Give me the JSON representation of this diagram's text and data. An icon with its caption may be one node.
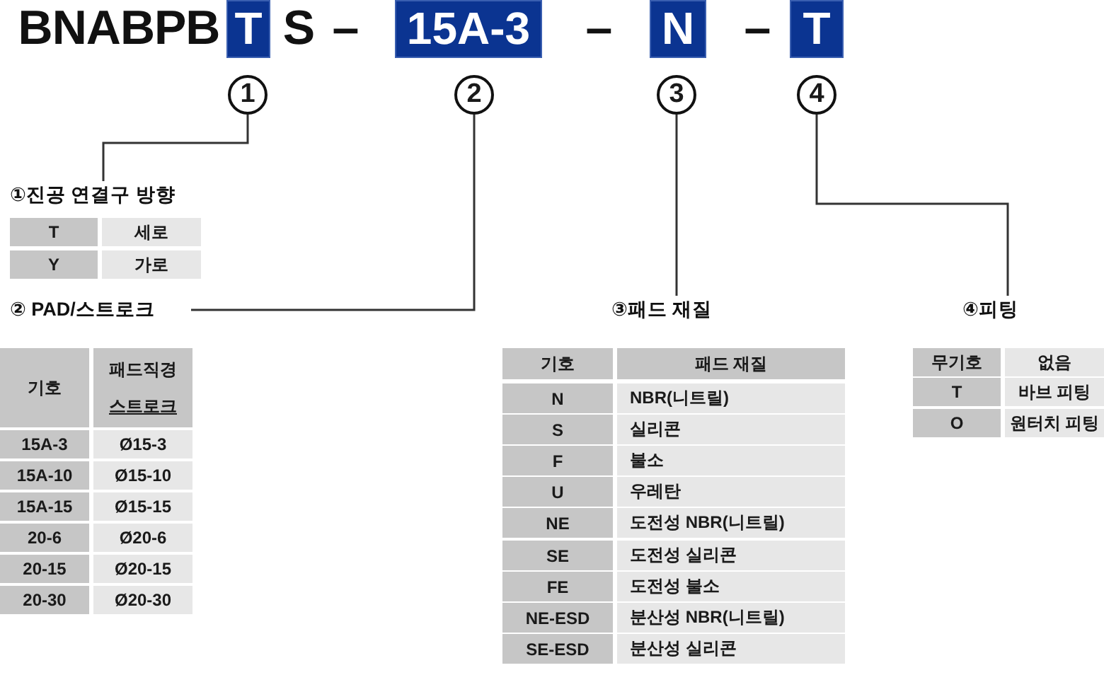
{
  "diagram": {
    "nodes": [
      {
        "text": [
          "T"
        ]
      },
      {
        "text": [
          "15A-3"
        ]
      },
      {
        "text": [
          "N"
        ]
      },
      {
        "text": [
          "T"
        ]
      },
      {
        "text": [
          "1"
        ]
      },
      {
        "text": [
          "2"
        ]
      },
      {
        "text": [
          "3"
        ]
      },
      {
        "text": [
          "4"
        ]
      },
      {
        "text": [
          "①진공 연결구 방향"
        ]
      },
      {
        "text": [
          "② PAD/스트로크"
        ]
      },
      {
        "text": [
          "③패드 재질"
        ]
      },
      {
        "text": [
          "④피팅"
        ]
      }
    ],
    "edges": [
      {
        "from": 4,
        "to": 8,
        "arrow": "none"
      },
      {
        "from": 5,
        "to": 9,
        "arrow": "none"
      },
      {
        "from": 6,
        "to": 10,
        "arrow": "none"
      },
      {
        "from": 7,
        "to": 11,
        "arrow": "none"
      }
    ],
    "labels": [
      "BNABPB",
      "S",
      "–",
      "–",
      "–",
      "T",
      "세로",
      "Y",
      "가로",
      "기호",
      "패드직경",
      "스트로크",
      "15A-3",
      "Ø15-3",
      "15A-10",
      "Ø15-10",
      "15A-15",
      "Ø15-15",
      "20-6",
      "Ø20-6",
      "20-15",
      "Ø20-15",
      "20-30",
      "Ø20-30",
      "기호",
      "패드 재질",
      "N",
      "NBR(니트릴)",
      "S",
      "실리콘",
      "F",
      "불소",
      "U",
      "우레탄",
      "NE",
      "도전성 NBR(니트릴)",
      "SE",
      "도전성 실리콘",
      "FE",
      "도전성 불소",
      "NE-ESD",
      "분산성 NBR(니트릴)",
      "SE-ESD",
      "분산성 실리콘",
      "무기호",
      "없음",
      "T",
      "바브 피팅",
      "O",
      "원터치 피팅"
    ]
  }
}
